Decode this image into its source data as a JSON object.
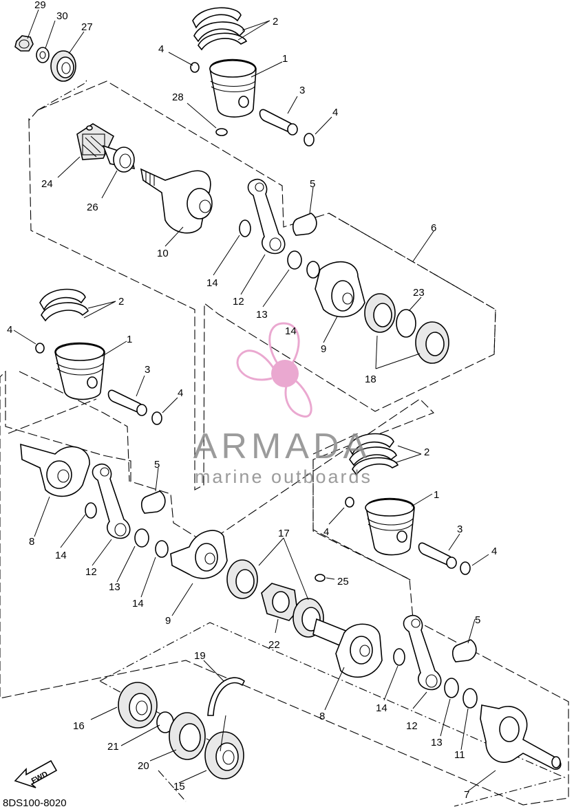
{
  "drawing_code": "8DS100-8020",
  "fwd_label": "FWD",
  "watermark": {
    "brand": "ARMADA",
    "tagline": "marine outboards",
    "logo_color": "#e79ac8",
    "text_color": "#8a8a8a"
  },
  "callouts": [
    {
      "id": "c29a",
      "text": "29"
    },
    {
      "id": "c30a",
      "text": "30"
    },
    {
      "id": "c27a",
      "text": "27"
    },
    {
      "id": "c2a",
      "text": "2"
    },
    {
      "id": "c4a",
      "text": "4"
    },
    {
      "id": "c1a",
      "text": "1"
    },
    {
      "id": "c3a",
      "text": "3"
    },
    {
      "id": "c4b",
      "text": "4"
    },
    {
      "id": "c28a",
      "text": "28"
    },
    {
      "id": "c24a",
      "text": "24"
    },
    {
      "id": "c26a",
      "text": "26"
    },
    {
      "id": "c10a",
      "text": "10"
    },
    {
      "id": "c5a",
      "text": "5"
    },
    {
      "id": "c6a",
      "text": "6"
    },
    {
      "id": "c14a",
      "text": "14"
    },
    {
      "id": "c12a",
      "text": "12"
    },
    {
      "id": "c13a",
      "text": "13"
    },
    {
      "id": "c14b",
      "text": "14"
    },
    {
      "id": "c23a",
      "text": "23"
    },
    {
      "id": "c9a",
      "text": "9"
    },
    {
      "id": "c18a",
      "text": "18"
    },
    {
      "id": "c2b",
      "text": "2"
    },
    {
      "id": "c4c",
      "text": "4"
    },
    {
      "id": "c1b",
      "text": "1"
    },
    {
      "id": "c3b",
      "text": "3"
    },
    {
      "id": "c4d",
      "text": "4"
    },
    {
      "id": "c5b",
      "text": "5"
    },
    {
      "id": "c8a",
      "text": "8"
    },
    {
      "id": "c14c",
      "text": "14"
    },
    {
      "id": "c12b",
      "text": "12"
    },
    {
      "id": "c13b",
      "text": "13"
    },
    {
      "id": "c14d",
      "text": "14"
    },
    {
      "id": "c9b",
      "text": "9"
    },
    {
      "id": "c17a",
      "text": "17"
    },
    {
      "id": "c25a",
      "text": "25"
    },
    {
      "id": "c22a",
      "text": "22"
    },
    {
      "id": "c2c",
      "text": "2"
    },
    {
      "id": "c1c",
      "text": "1"
    },
    {
      "id": "c4e",
      "text": "4"
    },
    {
      "id": "c3c",
      "text": "3"
    },
    {
      "id": "c4f",
      "text": "4"
    },
    {
      "id": "c5c",
      "text": "5"
    },
    {
      "id": "c8b",
      "text": "8"
    },
    {
      "id": "c14e",
      "text": "14"
    },
    {
      "id": "c12c",
      "text": "12"
    },
    {
      "id": "c13c",
      "text": "13"
    },
    {
      "id": "c11a",
      "text": "11"
    },
    {
      "id": "c7a",
      "text": "7"
    },
    {
      "id": "c19a",
      "text": "19"
    },
    {
      "id": "c16a",
      "text": "16"
    },
    {
      "id": "c21a",
      "text": "21"
    },
    {
      "id": "c20a",
      "text": "20"
    },
    {
      "id": "c15a",
      "text": "15"
    }
  ]
}
